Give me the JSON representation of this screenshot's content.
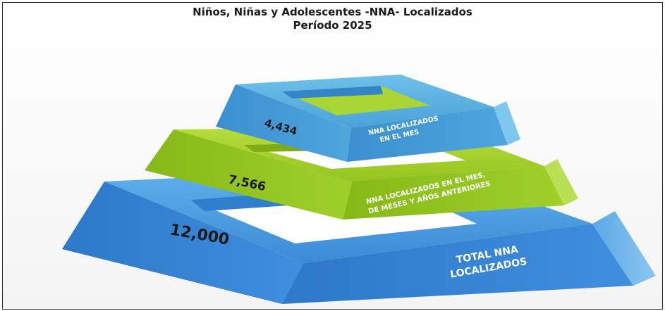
{
  "title": {
    "line1": "Niños, Niñas y Adolescentes -NNA- Localizados",
    "line2": "Período 2025"
  },
  "colors": {
    "blue_tier": "#3f8ed9",
    "green_tier": "#9ccc29",
    "top_tier": "#4aa7dc"
  },
  "chart_data": {
    "type": "pyramid",
    "title": "Niños, Niñas y Adolescentes -NNA- Localizados",
    "subtitle": "Período 2025",
    "tiers": [
      {
        "value": 4434,
        "value_label": "4,434",
        "label_lines": [
          "NNA LOCALIZADOS",
          "EN EL MES"
        ]
      },
      {
        "value": 7566,
        "value_label": "7,566",
        "label_lines": [
          "NNA LOCALIZADOS EN EL MES,",
          "DE MESES Y AÑOS ANTERIORES"
        ]
      },
      {
        "value": 12000,
        "value_label": "12,000",
        "label_lines": [
          "TOTAL NNA",
          "LOCALIZADOS"
        ]
      }
    ]
  }
}
